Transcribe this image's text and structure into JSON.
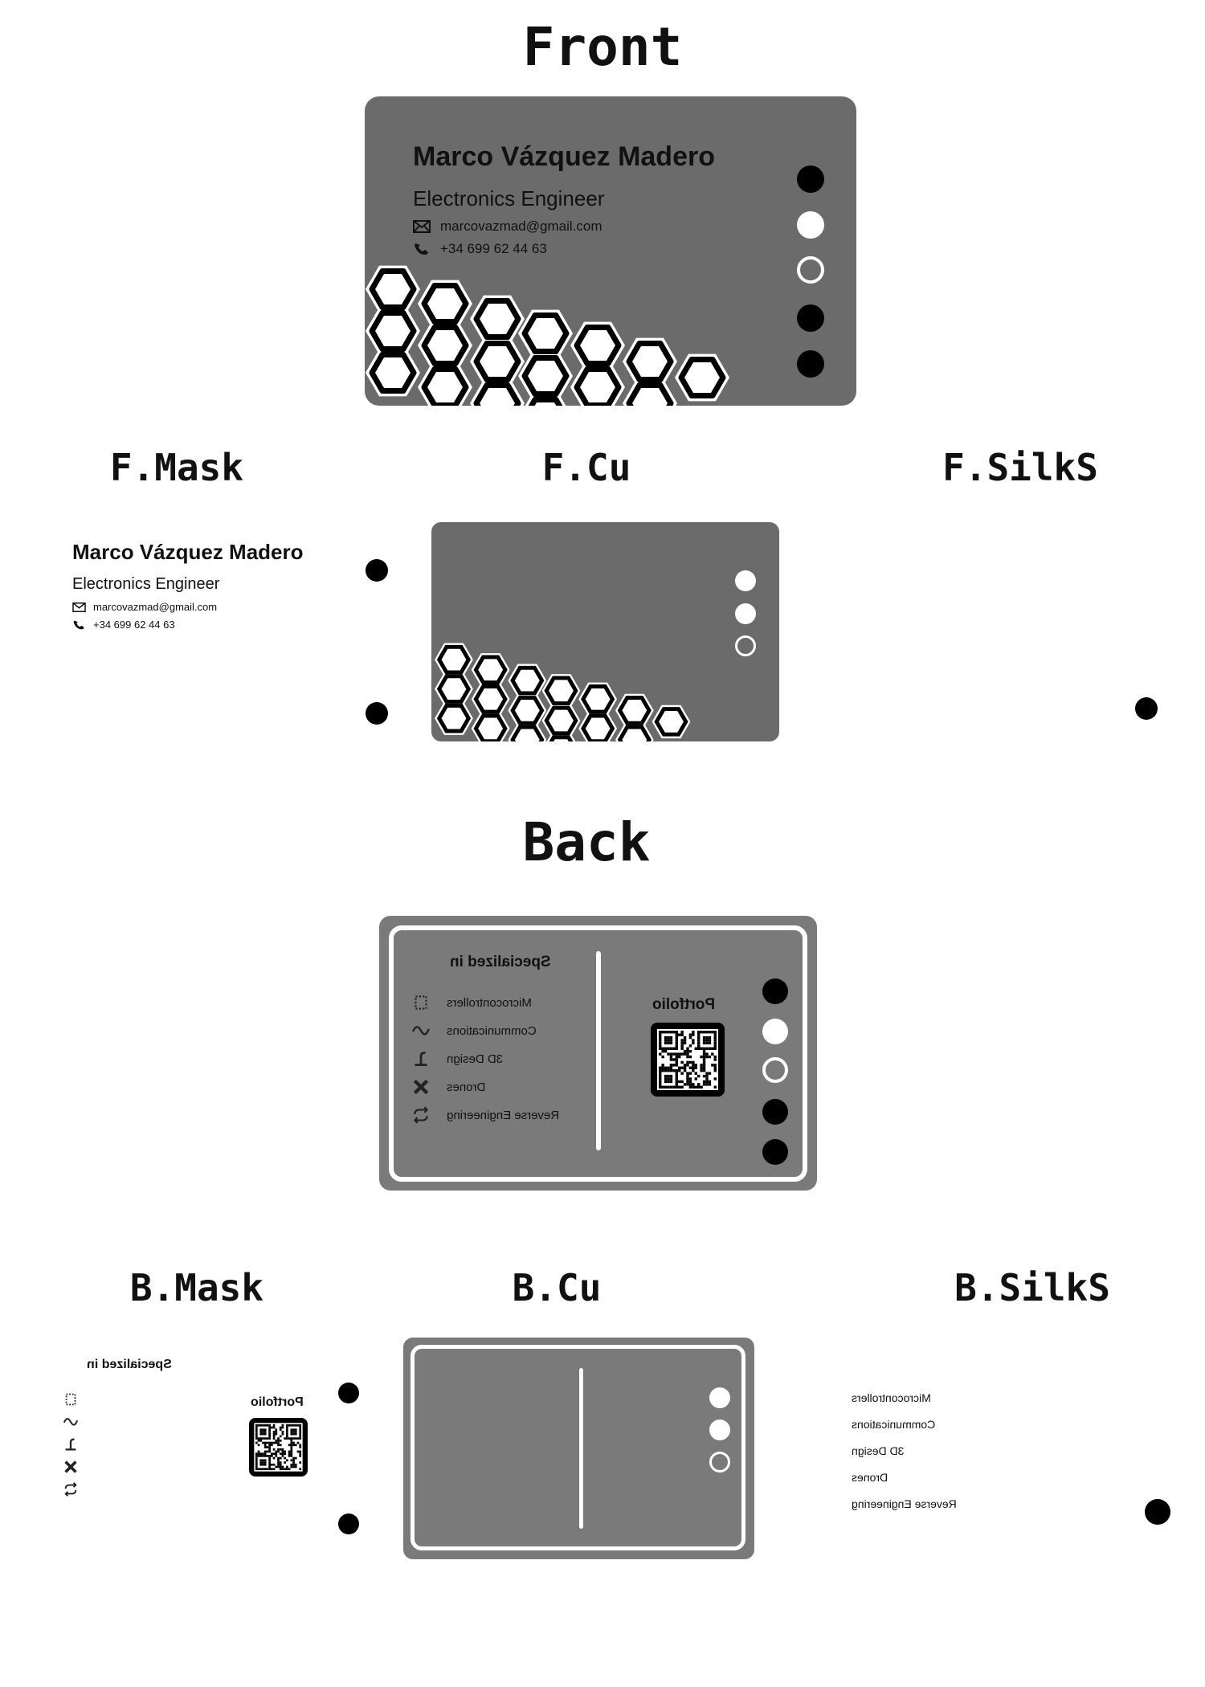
{
  "front": {
    "title": "Front",
    "name": "Marco Vázquez Madero",
    "role": "Electronics Engineer",
    "email": "marcovazmad@gmail.com",
    "phone": "+34 699 62 44 63",
    "email_icon": "envelope-icon",
    "phone_icon": "phone-icon"
  },
  "layers_front": {
    "mask": "F.Mask",
    "cu": "F.Cu",
    "silk": "F.SilkS"
  },
  "back": {
    "title": "Back",
    "specialized_title": "Specialized in",
    "portfolio_title": "Portfolio",
    "items": [
      {
        "label": "Microcontrollers",
        "icon": "chip-icon"
      },
      {
        "label": "Communications",
        "icon": "wave-icon"
      },
      {
        "label": "3D Design",
        "icon": "cad-icon"
      },
      {
        "label": "Drones",
        "icon": "drone-icon"
      },
      {
        "label": "Reverse Engineering",
        "icon": "loop-icon"
      }
    ]
  },
  "layers_back": {
    "mask": "B.Mask",
    "cu": "B.Cu",
    "silk": "B.SilkS"
  },
  "colors": {
    "board": "#6b6b6b",
    "outline": "#ffffff",
    "text": "#111111"
  }
}
